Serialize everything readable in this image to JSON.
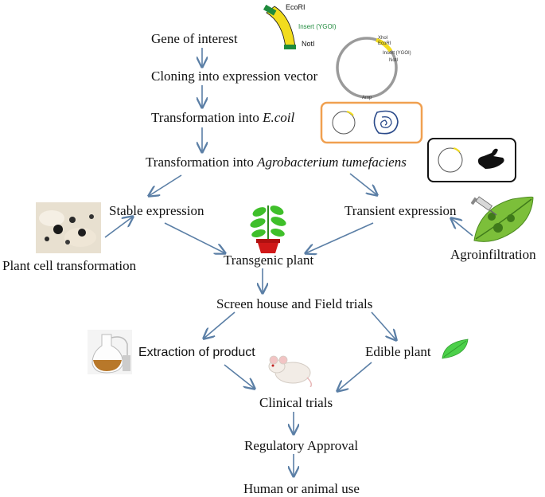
{
  "steps": {
    "gene_of_interest": "Gene of interest",
    "cloning": "Cloning into expression vector",
    "transformation_ecoli_prefix": "Transformation into ",
    "ecoli_name": "E.coil",
    "transformation_agro_prefix": "Transformation into ",
    "agro_name": "Agrobacterium tumefaciens",
    "stable_expression": "Stable expression",
    "transient_expression": "Transient expression",
    "plant_cell_transformation": "Plant cell transformation",
    "agroinfiltration": "Agroinfiltration",
    "transgenic_plant": "Transgenic plant",
    "screen_house": "Screen house and Field trials",
    "extraction": "Extraction of product",
    "edible_plant": "Edible plant",
    "clinical_trials": "Clinical trials",
    "regulatory_approval": "Regulatory Approval",
    "human_animal_use": "Human or animal use"
  },
  "insert_graphic": {
    "top_site": "EcoRI",
    "insert_label": "Insert (YGOI)",
    "bottom_site": "NotI"
  },
  "vector_graphic": {
    "site_1": "XhoI",
    "site_2": "EcoRI",
    "insert_label": "Insert (YGOI)",
    "site_3": "NotI",
    "marker": "Amp"
  },
  "colors": {
    "arrow": "#5b7fa6",
    "insert_yellow": "#f2dc1e",
    "insert_green": "#1e8a3c",
    "ecoli_box": "#f0a050",
    "agro_box": "#111111",
    "plant_green": "#3fbf2a",
    "pot_red": "#d01818",
    "leaf_green": "#7cbf3a"
  }
}
